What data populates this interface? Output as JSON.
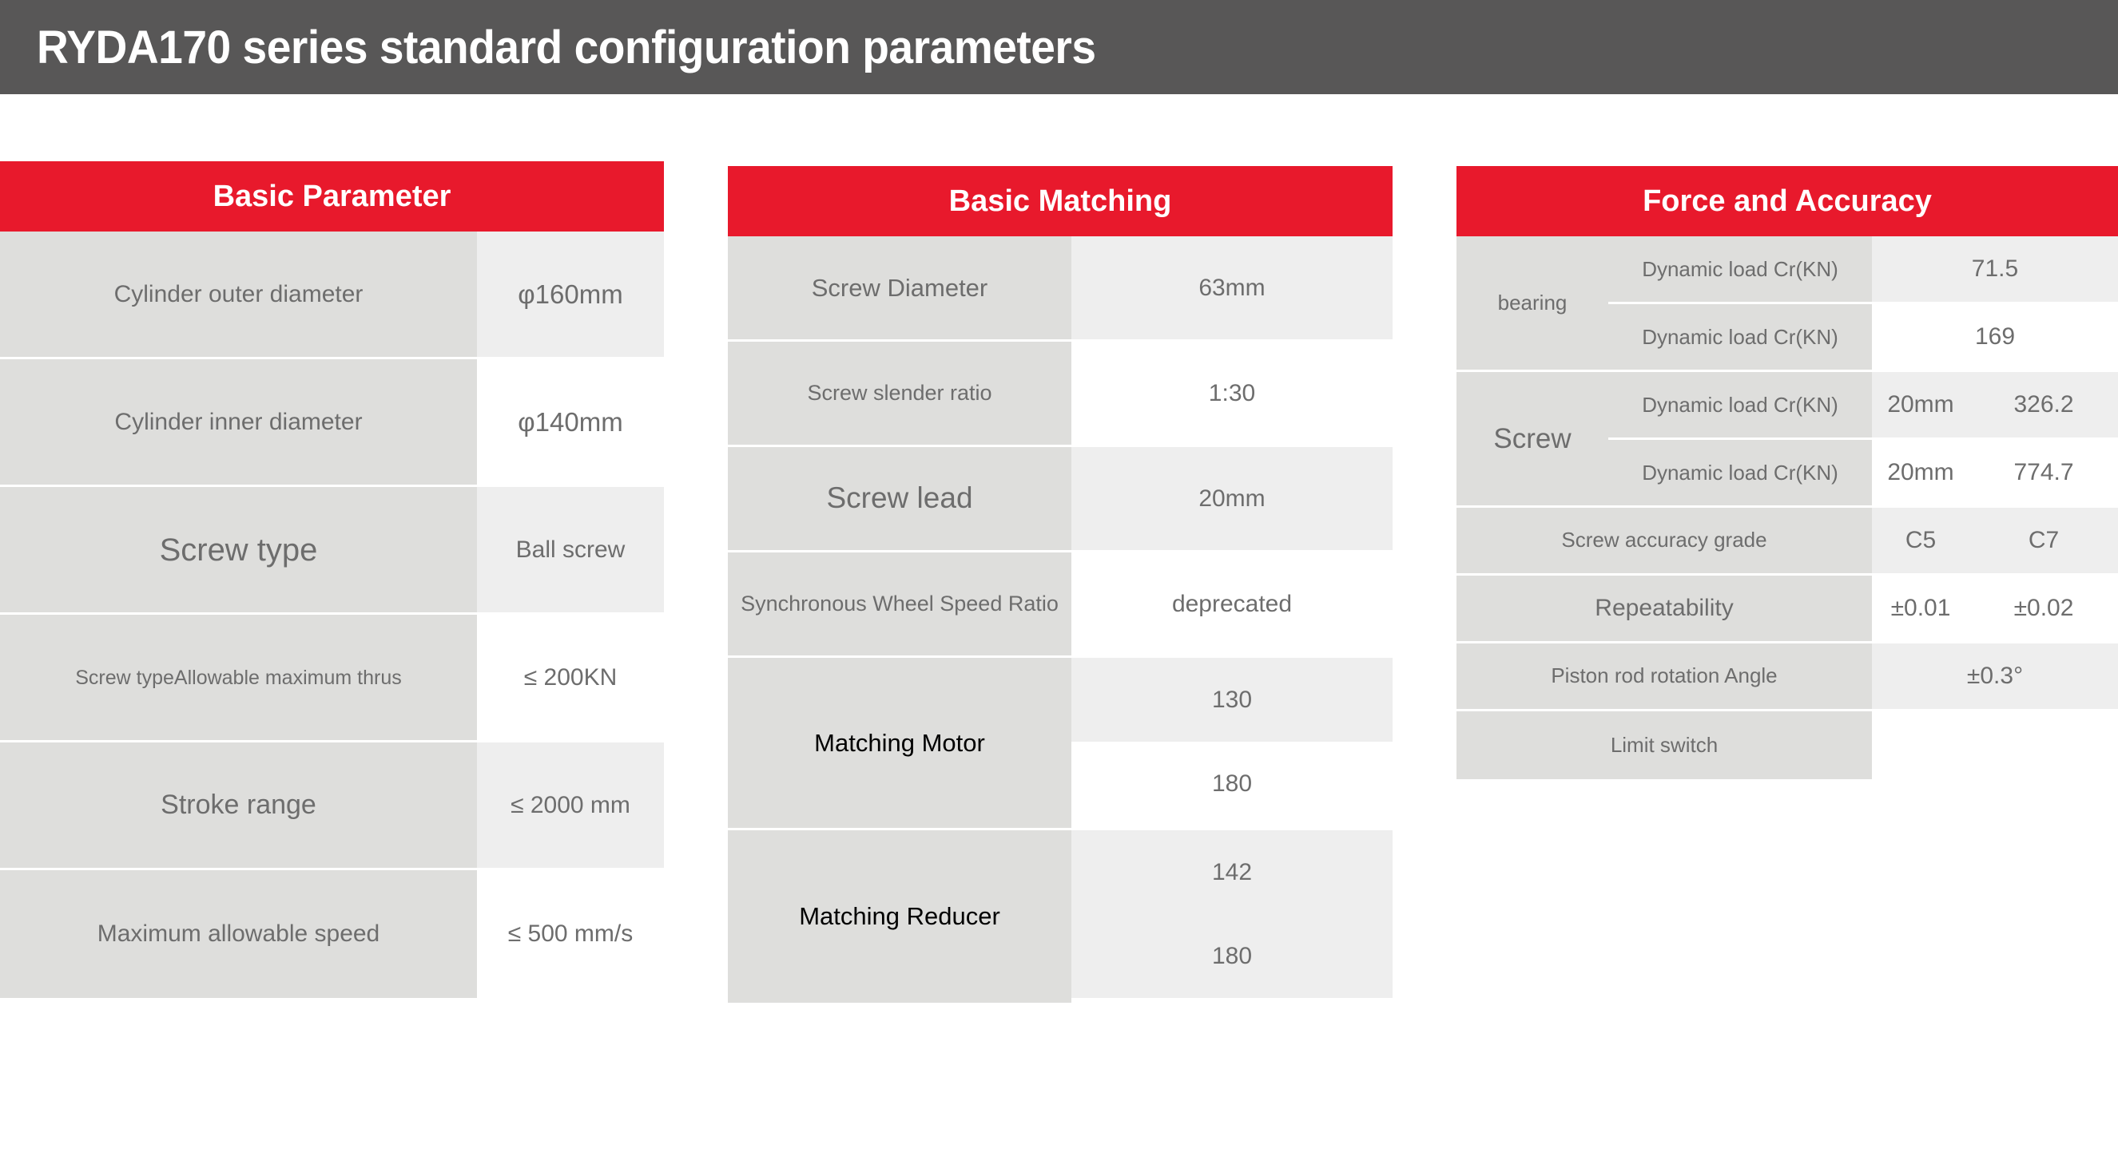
{
  "header": {
    "model": "RYDA170",
    "title_rest": " series standard configuration parameters",
    "full_title": "RYDA170 series standard configuration parameters",
    "bg_color": "#585757",
    "text_color": "#ffffff"
  },
  "theme": {
    "accent_red": "#E8192C",
    "label_bg": "#dededc",
    "value_bg_odd": "#eeeeee",
    "value_bg_even": "#ffffff",
    "text_gray": "#6d6d6d"
  },
  "tables": [
    {
      "id": "basic-parameter",
      "header": "Basic Parameter",
      "rows": [
        {
          "label": "Cylinder outer diameter",
          "value": "φ160mm"
        },
        {
          "label": "Cylinder inner diameter",
          "value": "φ140mm"
        },
        {
          "label": "Screw type",
          "value": "Ball screw"
        },
        {
          "label": "Screw typeAllowable maximum thrus",
          "value": "≤ 200KN"
        },
        {
          "label": "Stroke range",
          "value": "≤ 2000 mm"
        },
        {
          "label": "Maximum allowable speed",
          "value": "≤ 500 mm/s"
        }
      ]
    },
    {
      "id": "basic-matching",
      "header": "Basic Matching",
      "rows": [
        {
          "label": "Screw Diameter",
          "value": "63mm"
        },
        {
          "label": "Screw slender ratio",
          "value": "1:30"
        },
        {
          "label": "Screw lead",
          "value": "20mm"
        },
        {
          "label": "Synchronous Wheel Speed Ratio",
          "value": "deprecated"
        },
        {
          "label": "Matching Motor",
          "values": [
            "130",
            "180"
          ]
        },
        {
          "label": "Matching Reducer",
          "values": [
            "142",
            "180"
          ]
        }
      ]
    },
    {
      "id": "force-and-accuracy",
      "header": "Force and Accuracy",
      "groups": [
        {
          "name": "bearing",
          "rows": [
            {
              "key": "Dynamic load Cr(KN)",
              "merged_value": "71.5"
            },
            {
              "key": "Dynamic load Cr(KN)",
              "merged_value": "169"
            }
          ]
        },
        {
          "name": "Screw",
          "rows": [
            {
              "key": "Dynamic load Cr(KN)",
              "col_a": "20mm",
              "col_b": "326.2"
            },
            {
              "key": "Dynamic load Cr(KN)",
              "col_a": "20mm",
              "col_b": "774.7"
            }
          ]
        }
      ],
      "rows": [
        {
          "label": "Screw accuracy grade",
          "col_a": "C5",
          "col_b": "C7"
        },
        {
          "label": "Repeatability",
          "col_a": "±0.01",
          "col_b": "±0.02"
        },
        {
          "label": "Piston rod rotation Angle",
          "merged_value": "±0.3°"
        },
        {
          "label": "Limit switch",
          "merged_value": ""
        }
      ]
    }
  ]
}
